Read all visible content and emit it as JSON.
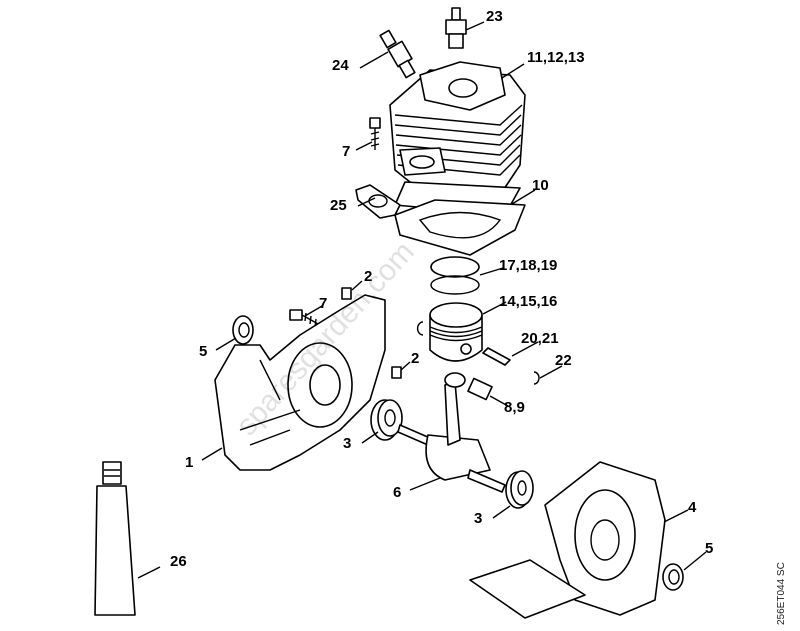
{
  "diagram_code": "256ET044 SC",
  "watermark": "sparesgarden.com",
  "callouts": [
    {
      "id": "c23",
      "text": "23"
    },
    {
      "id": "c24",
      "text": "24"
    },
    {
      "id": "c11",
      "text": "11,12,13"
    },
    {
      "id": "c7a",
      "text": "7"
    },
    {
      "id": "c10",
      "text": "10"
    },
    {
      "id": "c25",
      "text": "25"
    },
    {
      "id": "c17",
      "text": "17,18,19"
    },
    {
      "id": "c2a",
      "text": "2"
    },
    {
      "id": "c7b",
      "text": "7"
    },
    {
      "id": "c14",
      "text": "14,15,16"
    },
    {
      "id": "c5a",
      "text": "5"
    },
    {
      "id": "c20",
      "text": "20,21"
    },
    {
      "id": "c2b",
      "text": "2"
    },
    {
      "id": "c22",
      "text": "22"
    },
    {
      "id": "c8",
      "text": "8,9"
    },
    {
      "id": "c3a",
      "text": "3"
    },
    {
      "id": "c1",
      "text": "1"
    },
    {
      "id": "c6",
      "text": "6"
    },
    {
      "id": "c4",
      "text": "4"
    },
    {
      "id": "c3b",
      "text": "3"
    },
    {
      "id": "c5b",
      "text": "5"
    },
    {
      "id": "c26",
      "text": "26"
    }
  ]
}
